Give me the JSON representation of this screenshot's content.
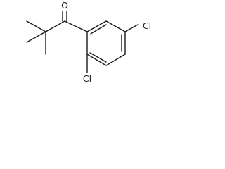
{
  "molecule": {
    "atoms": {
      "carbonyl_oxygen": "O",
      "chlorine_top": "Cl",
      "chlorine_bottom": "Cl"
    }
  }
}
